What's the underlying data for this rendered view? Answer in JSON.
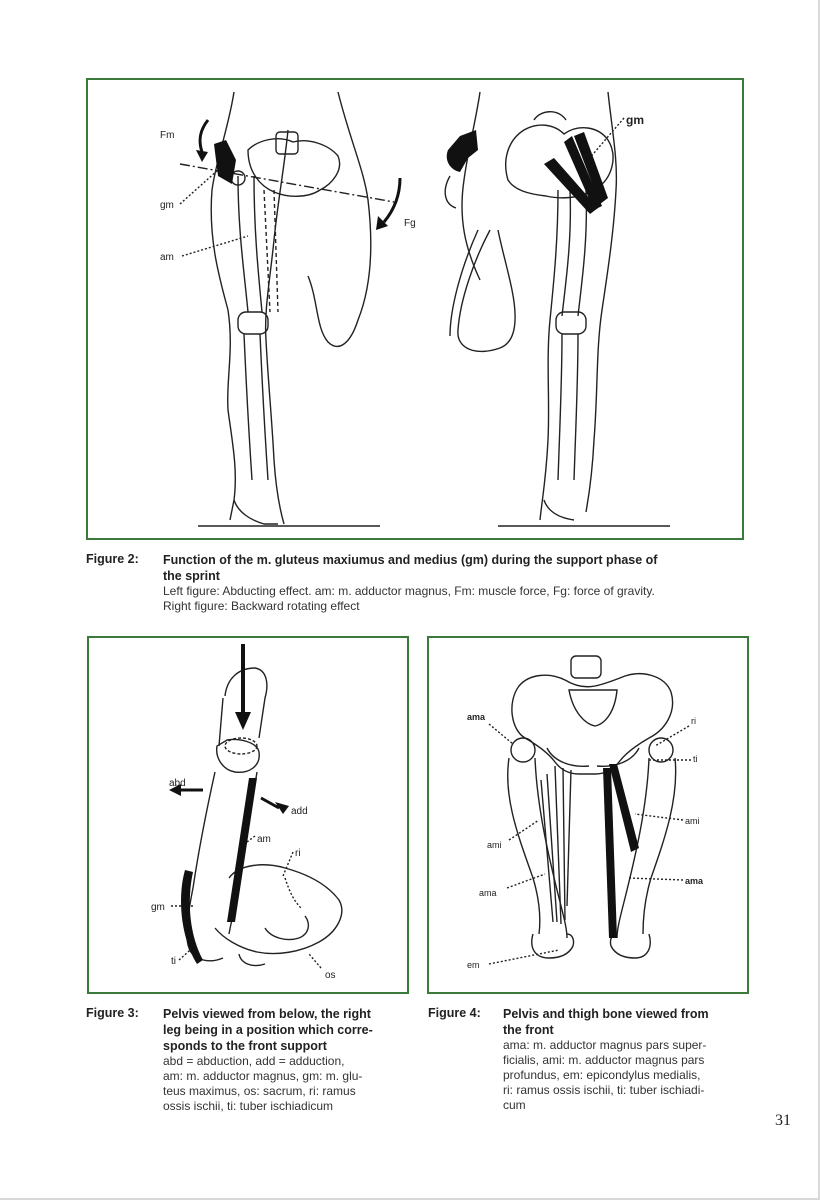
{
  "figure2": {
    "labels": {
      "fm": "Fm",
      "gm_left": "gm",
      "am": "am",
      "fg": "Fg",
      "gm_right": "gm"
    },
    "caption": {
      "number": "Figure 2:",
      "title_line1": "Function of the m. gluteus maxiumus and medius (gm) during the support phase of",
      "title_line2": "the sprint",
      "body_line1": "Left figure: Abducting effect. am: m. adductor magnus, Fm: muscle force, Fg: force of gravity.",
      "body_line2": "Right figure: Backward rotating effect"
    }
  },
  "figure3": {
    "labels": {
      "abd": "abd",
      "add": "add",
      "am": "am",
      "ri": "ri",
      "gm": "gm",
      "ti": "ti",
      "os": "os"
    },
    "caption": {
      "number": "Figure 3:",
      "title_line1": "Pelvis viewed from below, the right",
      "title_line2": "leg being in a position which corre-",
      "title_line3": "sponds to the front support",
      "body_line1": "abd = abduction, add = adduction,",
      "body_line2": "am: m. adductor magnus, gm: m. glu-",
      "body_line3": "teus maximus, os: sacrum, ri: ramus",
      "body_line4": "ossis ischii, ti: tuber ischiadicum"
    }
  },
  "figure4": {
    "labels": {
      "ama_top": "ama",
      "ri": "ri",
      "ti": "ti",
      "ami_right": "ami",
      "ami_left": "ami",
      "ama_right": "ama",
      "ama_left": "ama",
      "em": "em"
    },
    "caption": {
      "number": "Figure 4:",
      "title_line1": "Pelvis and thigh bone viewed from",
      "title_line2": "the front",
      "body_line1": "ama: m. adductor magnus pars super-",
      "body_line2": "ficialis, ami: m. adductor magnus pars",
      "body_line3": "profundus, em: epicondylus medialis,",
      "body_line4": "ri: ramus ossis ischii, ti: tuber ischiadi-",
      "body_line5": "cum"
    }
  },
  "page_number": "31",
  "colors": {
    "frame": "#3c7a3c",
    "ink": "#222222",
    "muscle": "#111111"
  }
}
